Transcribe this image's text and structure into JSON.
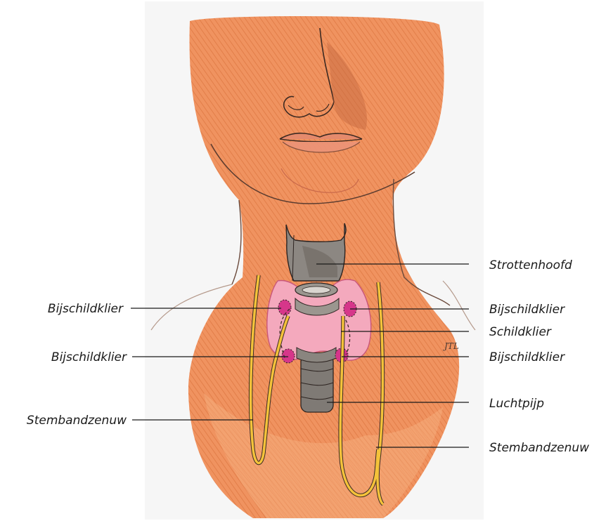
{
  "labels": {
    "larynx": "Strottenhoofd",
    "parathyroid_left_upper": "Bijschildklier",
    "parathyroid_right_upper": "Bijschildklier",
    "thyroid": "Schildklier",
    "parathyroid_left_lower": "Bijschildklier",
    "parathyroid_right_lower": "Bijschildklier",
    "trachea": "Luchtpijp",
    "nerve_left": "Stembandzenuw",
    "nerve_right": "Stembandzenuw"
  },
  "signature": "JTL",
  "colors": {
    "paper": "#f7f7f7",
    "skin": "#f08f5b",
    "skin_light": "#f4a778",
    "thyroid": "#f2a6b8",
    "parathyroid": "#d8368a",
    "nerve": "#f4c23a",
    "cartilage": "#8e8a86",
    "outline": "#3a2a24"
  }
}
